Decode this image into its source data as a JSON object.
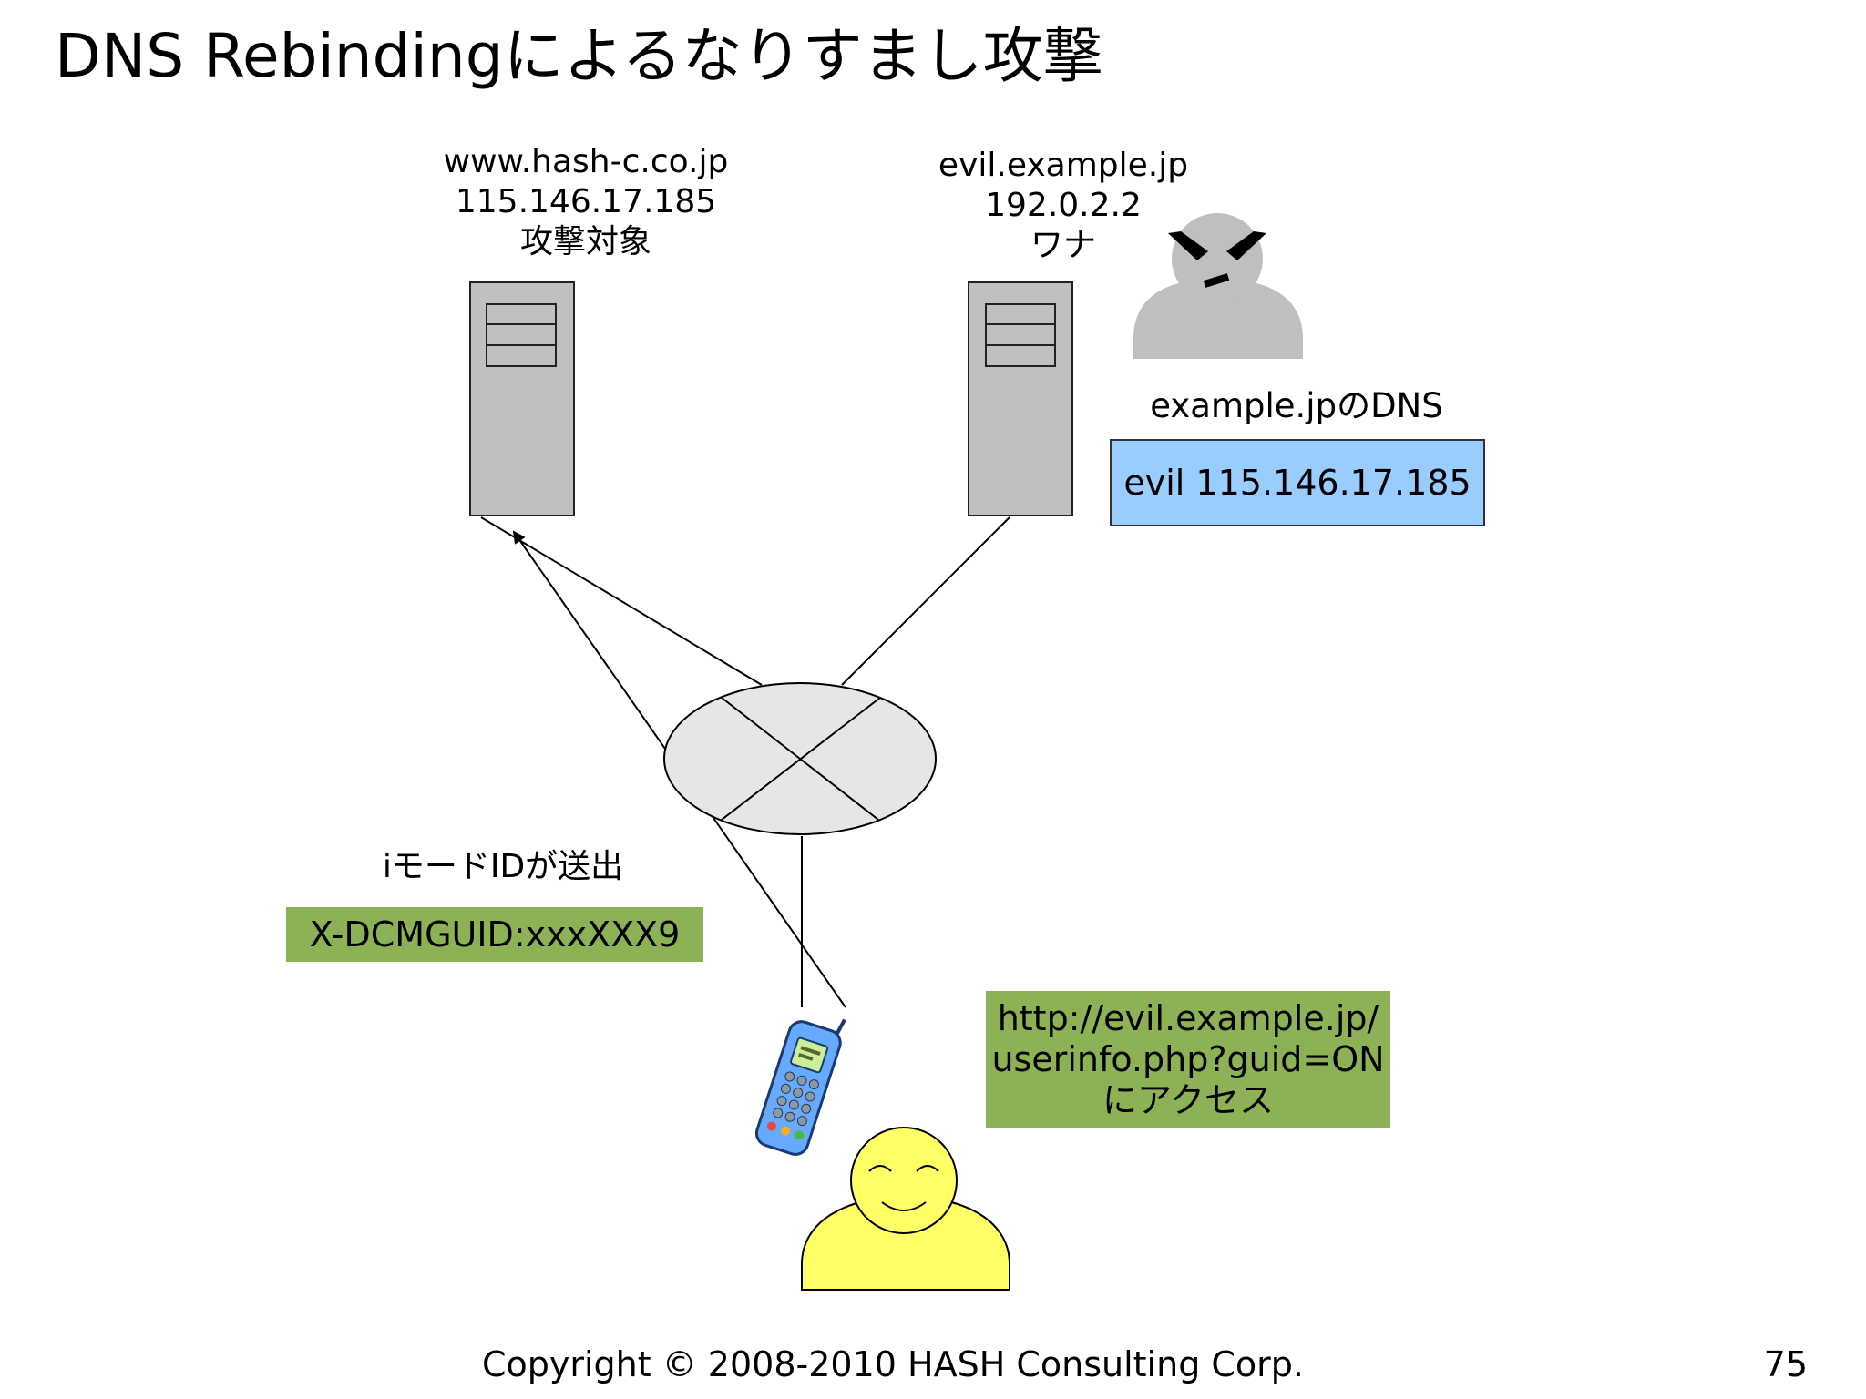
{
  "slide": {
    "title": "DNS Rebindingによるなりすまし攻撃",
    "copyright": "Copyright © 2008-2010 HASH Consulting Corp.",
    "page_number": "75"
  },
  "target_server": {
    "hostname": "www.hash-c.co.jp",
    "ip": "115.146.17.185",
    "role": "攻撃対象",
    "icon": "server-icon"
  },
  "evil_server": {
    "hostname": "evil.example.jp",
    "ip": "192.0.2.2",
    "role": "ワナ",
    "icon": "server-icon"
  },
  "attacker": {
    "icon": "attacker-person-icon",
    "color": "#bfbfbf"
  },
  "dns": {
    "title": "example.jpのDNS",
    "record": "evil 115.146.17.185",
    "color": "#99ccff"
  },
  "network": {
    "icon": "router-icon",
    "color": "#e6e6e6"
  },
  "imode": {
    "caption": "iモードIDが送出",
    "header": "X-DCMGUID:xxxXXX9"
  },
  "access": {
    "line1": "http://evil.example.jp/",
    "line2": "userinfo.php?guid=ON",
    "line3": "にアクセス"
  },
  "user": {
    "icon": "smiling-user-icon",
    "color": "#ffff66"
  },
  "phone": {
    "icon": "mobile-phone-icon",
    "color": "#66aaff"
  },
  "colors": {
    "green": "#8db255",
    "server_gray": "#c0c0c0"
  }
}
